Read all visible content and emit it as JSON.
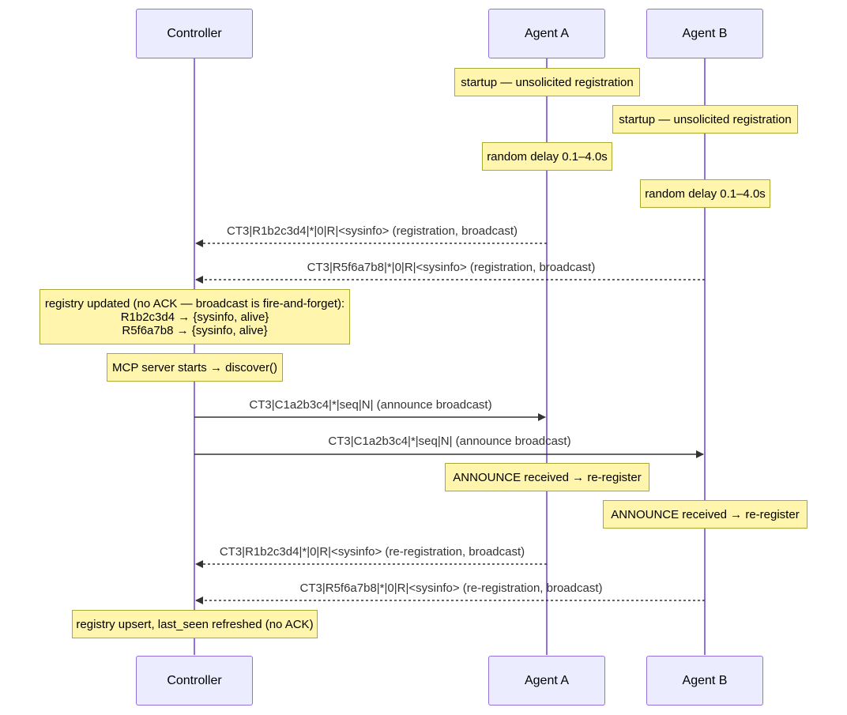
{
  "participants": {
    "controller": "Controller",
    "agent_a": "Agent A",
    "agent_b": "Agent B"
  },
  "notes": {
    "a_startup": "startup — unsolicited registration",
    "b_startup": "startup — unsolicited registration",
    "a_delay": "random delay 0.1–4.0s",
    "b_delay": "random delay 0.1–4.0s",
    "registry_lines": [
      "registry updated (no ACK — broadcast is fire-and-forget):",
      "R1b2c3d4 → {sysinfo, alive}",
      "R5f6a7b8 → {sysinfo, alive}"
    ],
    "mcp_start": "MCP server starts → discover()",
    "a_announce": "ANNOUNCE received → re-register",
    "b_announce": "ANNOUNCE received → re-register",
    "upsert": "registry upsert, last_seen refreshed (no ACK)"
  },
  "messages": [
    {
      "from": "Agent A",
      "to": "Controller",
      "style": "dashed",
      "label": "CT3|R1b2c3d4|*|0|R|<sysinfo> (registration, broadcast)"
    },
    {
      "from": "Agent B",
      "to": "Controller",
      "style": "dashed",
      "label": "CT3|R5f6a7b8|*|0|R|<sysinfo> (registration, broadcast)"
    },
    {
      "from": "Controller",
      "to": "Agent A",
      "style": "solid",
      "label": "CT3|C1a2b3c4|*|seq|N| (announce broadcast)"
    },
    {
      "from": "Controller",
      "to": "Agent B",
      "style": "solid",
      "label": "CT3|C1a2b3c4|*|seq|N| (announce broadcast)"
    },
    {
      "from": "Agent A",
      "to": "Controller",
      "style": "dashed",
      "label": "CT3|R1b2c3d4|*|0|R|<sysinfo> (re-registration, broadcast)"
    },
    {
      "from": "Agent B",
      "to": "Controller",
      "style": "dashed",
      "label": "CT3|R5f6a7b8|*|0|R|<sysinfo> (re-registration, broadcast)"
    }
  ],
  "colors": {
    "actor_fill": "#ECECFF",
    "actor_border": "#9370DB",
    "lifeline": "#9370DB",
    "note_fill": "#FFF5AD",
    "note_border": "#AAAA33",
    "arrow": "#333333"
  }
}
